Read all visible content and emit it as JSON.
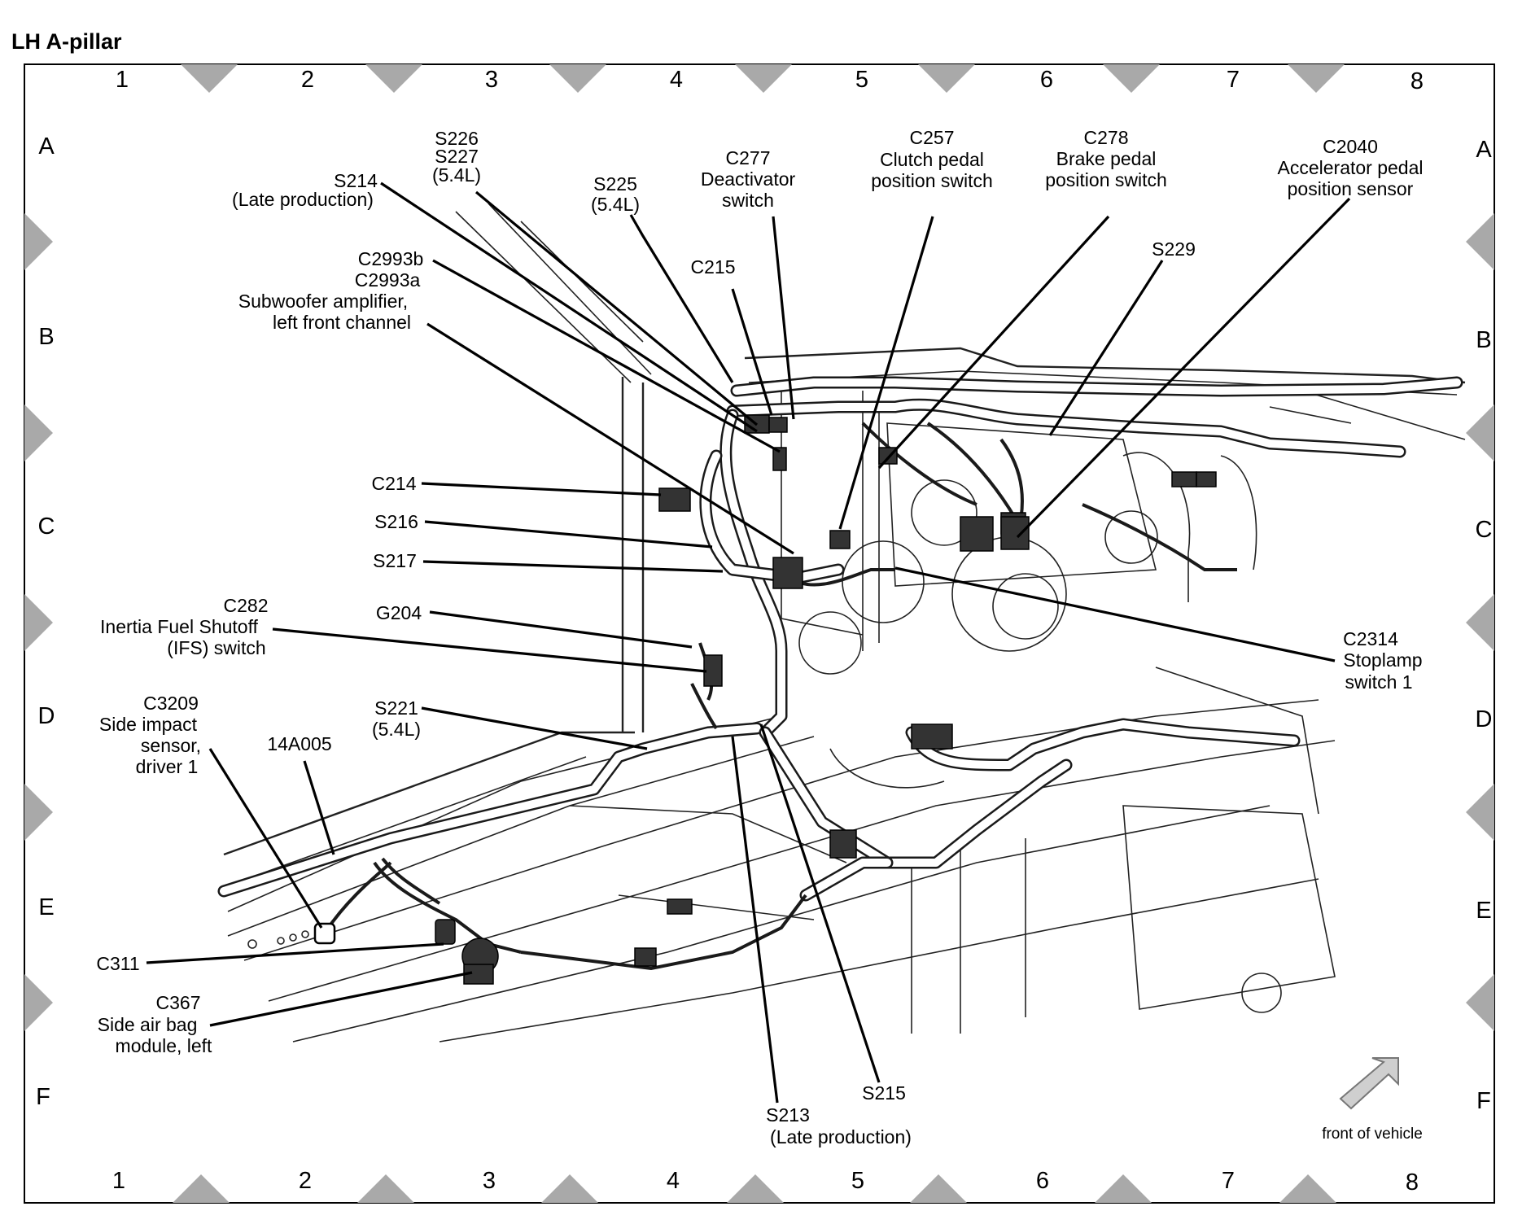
{
  "title": "LH A-pillar",
  "columns": [
    "1",
    "2",
    "3",
    "4",
    "5",
    "6",
    "7",
    "8"
  ],
  "rows": [
    "A",
    "B",
    "C",
    "D",
    "E",
    "F"
  ],
  "labels": {
    "s226": "S226",
    "s227": "S227",
    "s226_note": "(5.4L)",
    "s214": "S214",
    "s214_note": "(Late production)",
    "c277": "C277",
    "c277_desc1": "Deactivator",
    "c277_desc2": "switch",
    "s225": "S225",
    "s225_note": "(5.4L)",
    "c257": "C257",
    "c257_desc1": "Clutch pedal",
    "c257_desc2": "position switch",
    "c278": "C278",
    "c278_desc1": "Brake pedal",
    "c278_desc2": "position switch",
    "c2040": "C2040",
    "c2040_desc1": "Accelerator pedal",
    "c2040_desc2": "position sensor",
    "c215": "C215",
    "s229": "S229",
    "c2993b": "C2993b",
    "c2993a": "C2993a",
    "c2993_desc1": "Subwoofer amplifier,",
    "c2993_desc2": "left front channel",
    "c214": "C214",
    "s216": "S216",
    "s217": "S217",
    "c282": "C282",
    "c282_desc1": "Inertia Fuel Shutoff",
    "c282_desc2": "(IFS) switch",
    "g204": "G204",
    "c2314": "C2314",
    "c2314_desc1": "Stoplamp",
    "c2314_desc2": "switch 1",
    "c3209": "C3209",
    "c3209_desc1": "Side impact",
    "c3209_desc2": "sensor,",
    "c3209_desc3": "driver 1",
    "p14a005": "14A005",
    "s221": "S221",
    "s221_note": "(5.4L)",
    "c311": "C311",
    "c367": "C367",
    "c367_desc1": "Side air bag",
    "c367_desc2": "module, left",
    "s213": "S213",
    "s213_note": "(Late production)",
    "s215": "S215",
    "front_of_vehicle": "front of vehicle"
  }
}
